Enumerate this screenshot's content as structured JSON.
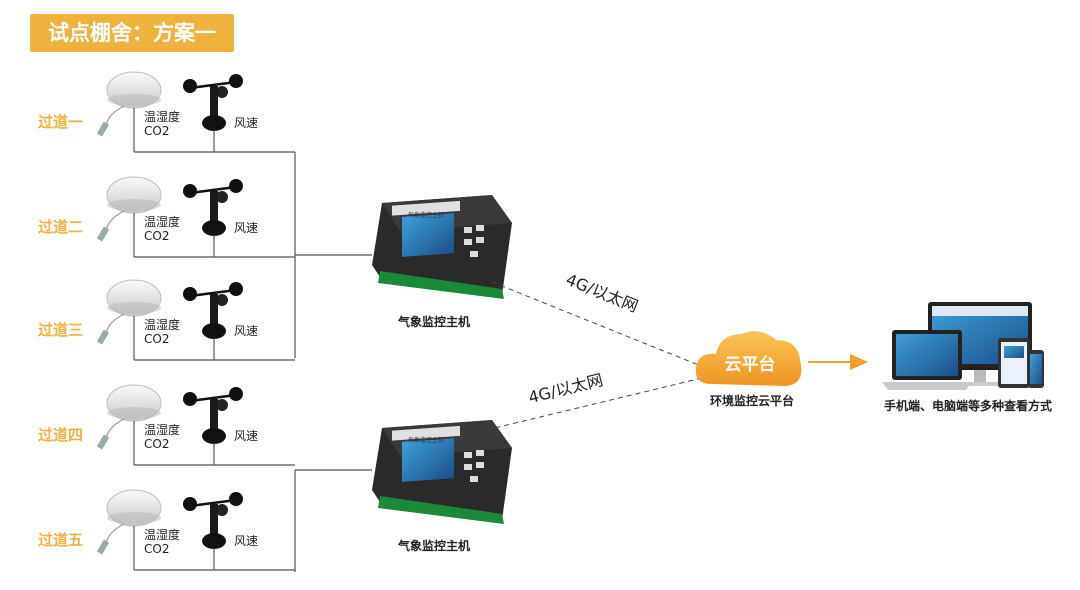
{
  "title": "试点棚舍：方案一",
  "aisles": [
    {
      "label": "过道一",
      "sensor_line1": "温湿度",
      "sensor_line2": "CO2",
      "anemometer": "风速"
    },
    {
      "label": "过道二",
      "sensor_line1": "温湿度",
      "sensor_line2": "CO2",
      "anemometer": "风速"
    },
    {
      "label": "过道三",
      "sensor_line1": "温湿度",
      "sensor_line2": "CO2",
      "anemometer": "风速"
    },
    {
      "label": "过道四",
      "sensor_line1": "温湿度",
      "sensor_line2": "CO2",
      "anemometer": "风速"
    },
    {
      "label": "过道五",
      "sensor_line1": "温湿度",
      "sensor_line2": "CO2",
      "anemometer": "风速"
    }
  ],
  "hosts": [
    {
      "label": "气象监控主机",
      "screen_text": "气象监控主机"
    },
    {
      "label": "气象监控主机",
      "screen_text": "气象监控主机"
    }
  ],
  "links": [
    {
      "label": "4G/以太网"
    },
    {
      "label": "4G/以太网"
    }
  ],
  "cloud": {
    "badge": "云平台",
    "caption": "环境监控云平台"
  },
  "devices": {
    "caption": "手机端、电脑端等多种查看方式"
  },
  "colors": {
    "accent": "#efb23f",
    "cloud": "#f4a42a",
    "arrow": "#f0a030",
    "line": "#555555"
  }
}
